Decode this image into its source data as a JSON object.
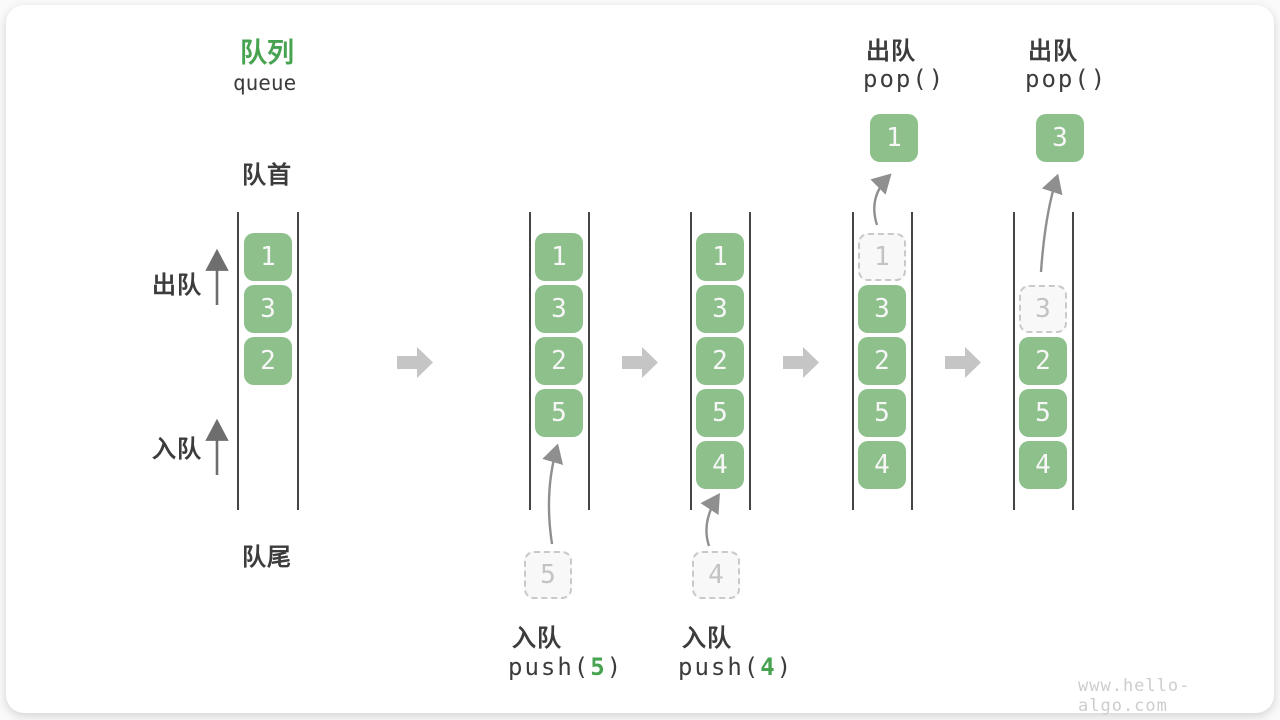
{
  "title": {
    "zh": "队列",
    "en": "queue"
  },
  "side_labels": {
    "front": "队首",
    "dequeue": "出队",
    "enqueue": "入队",
    "rear": "队尾"
  },
  "watermark": "www.hello-algo.com",
  "colors": {
    "cell_green": "#8dc08b",
    "accent_green": "#48a351",
    "text_dark": "#3c3c3c",
    "ghost_gray": "#c3c3c3",
    "block_arrow_gray": "#c5c5c5",
    "thin_arrow_gray": "#8f8f8f"
  },
  "columns": [
    {
      "cells": [
        "1",
        "3",
        "2"
      ]
    },
    {
      "cells": [
        "1",
        "3",
        "2",
        "5"
      ],
      "ghost": "5",
      "label": {
        "action": "入队",
        "fn_prefix": "push(",
        "fn_arg": "5",
        "fn_suffix": ")"
      }
    },
    {
      "cells": [
        "1",
        "3",
        "2",
        "5",
        "4"
      ],
      "ghost": "4",
      "label": {
        "action": "入队",
        "fn_prefix": "push(",
        "fn_arg": "4",
        "fn_suffix": ")"
      }
    },
    {
      "cells": [
        "3",
        "2",
        "5",
        "4"
      ],
      "ghost": "1",
      "popped": "1",
      "label": {
        "action": "出队",
        "fn": "pop()"
      }
    },
    {
      "cells": [
        "2",
        "5",
        "4"
      ],
      "ghost": "3",
      "popped": "3",
      "label": {
        "action": "出队",
        "fn": "pop()"
      }
    }
  ]
}
